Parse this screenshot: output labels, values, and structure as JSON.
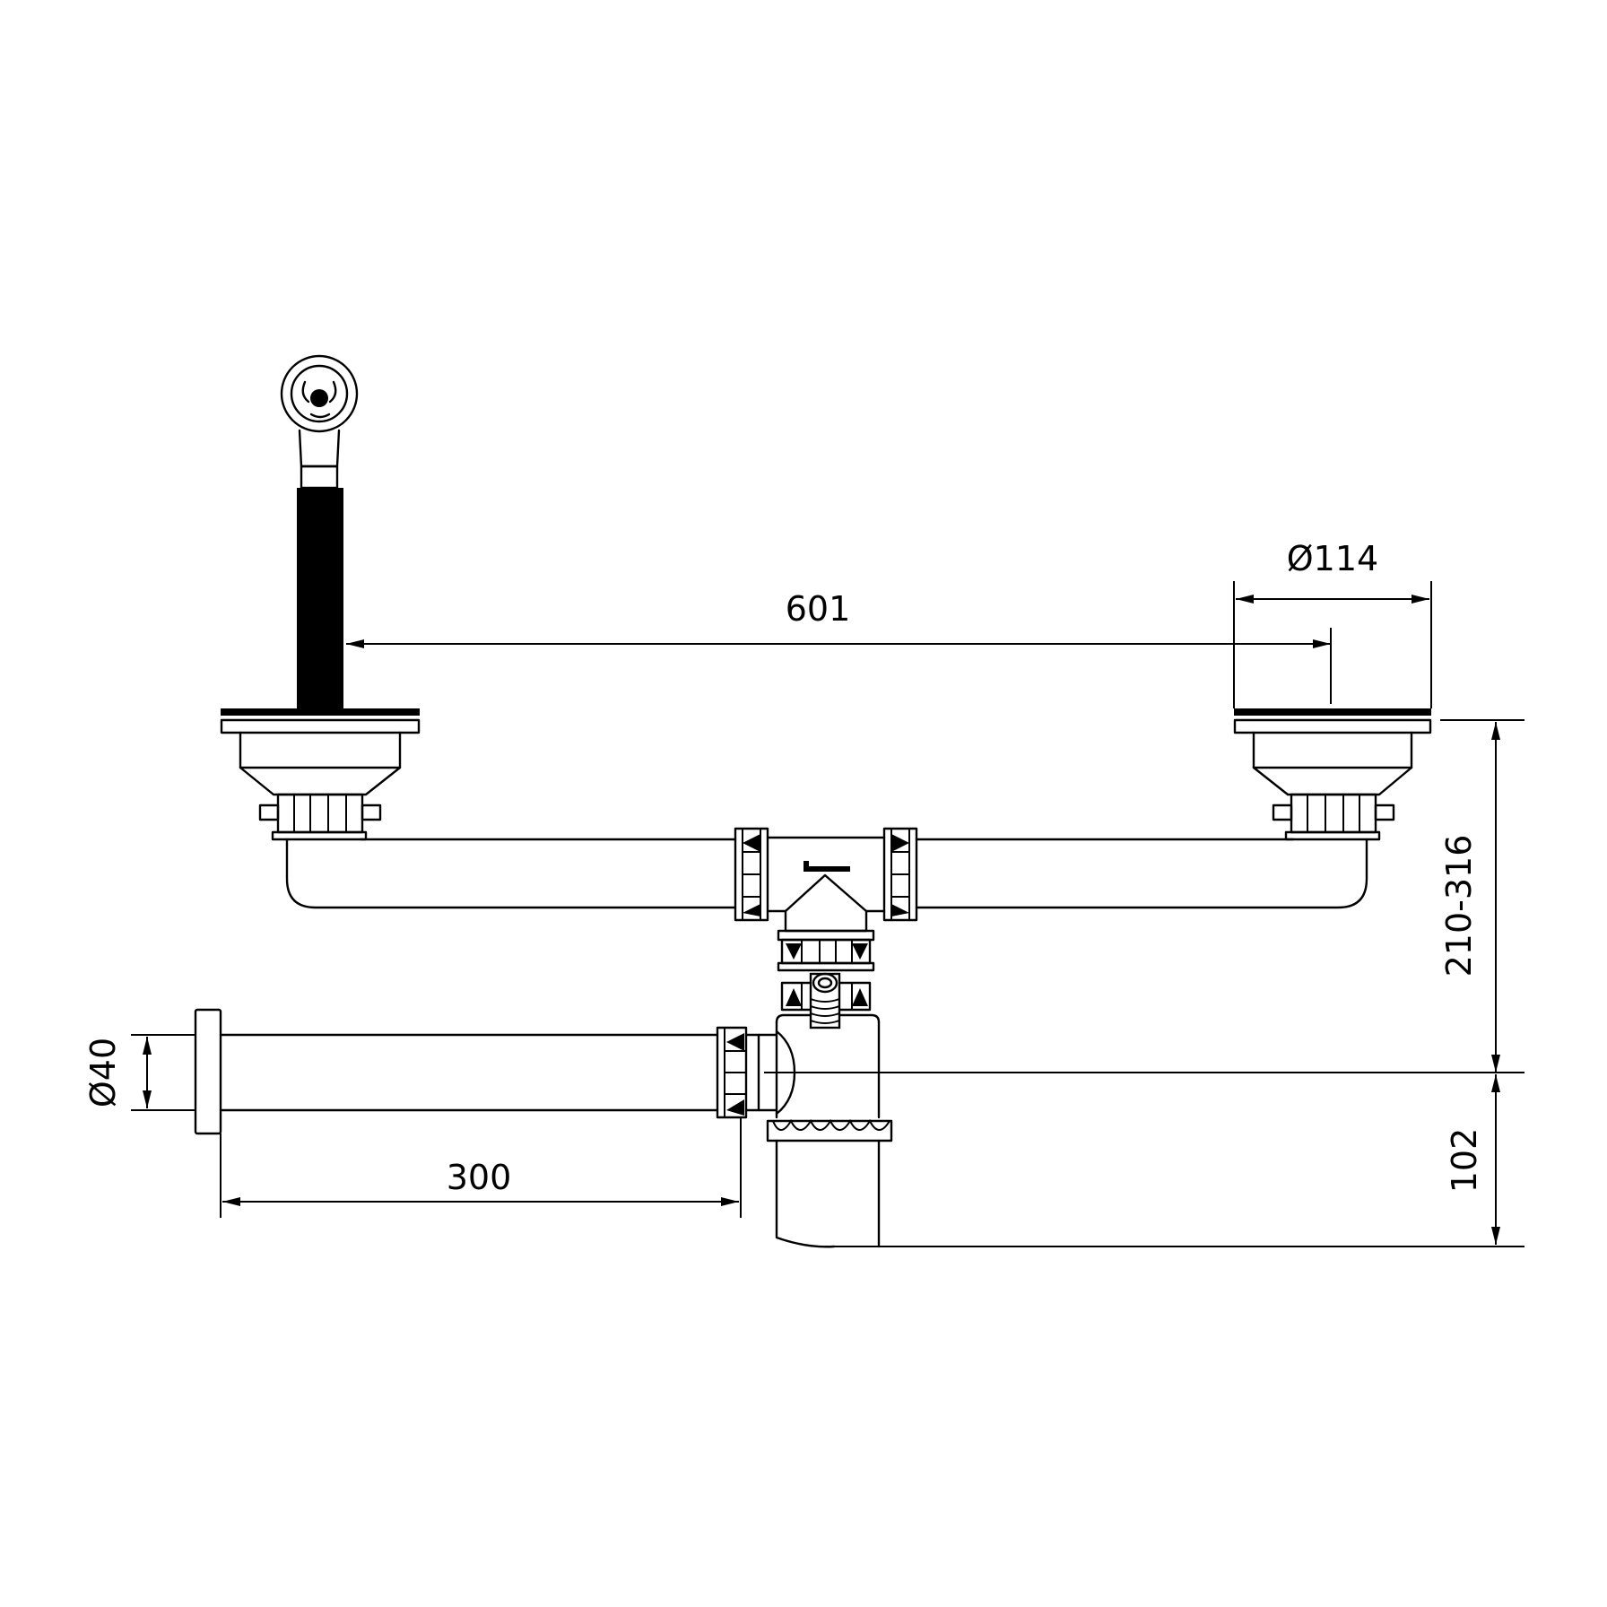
{
  "drawing": {
    "dimensions": {
      "outlet_spacing": "601",
      "outlet_diameter": "Ø114",
      "height_range": "210-316",
      "trap_depth": "102",
      "pipe_diameter": "Ø40",
      "pipe_length": "300"
    },
    "colors": {
      "line": "#000000",
      "background": "#ffffff"
    }
  }
}
